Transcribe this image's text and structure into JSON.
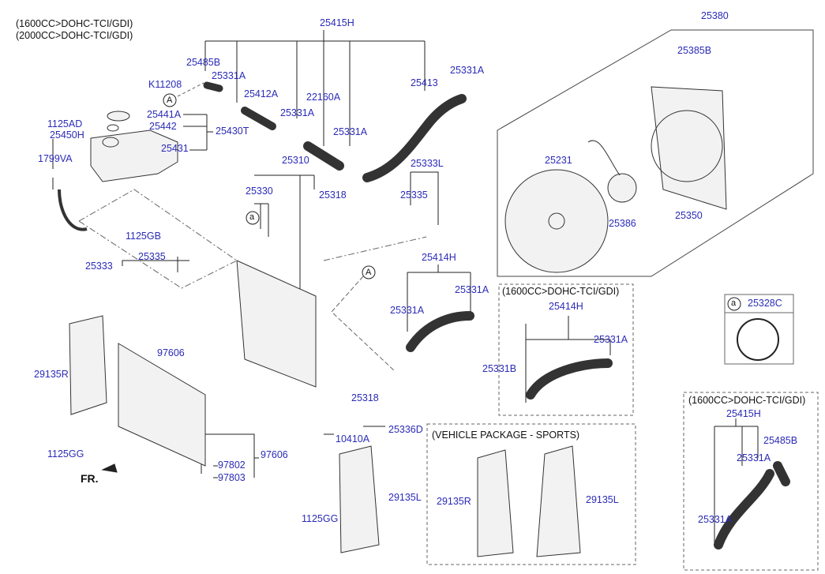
{
  "headers": {
    "variant_1": "(1600CC>DOHC-TCI/GDI)",
    "variant_2": "(2000CC>DOHC-TCI/GDI)",
    "inset_1600_mid": "(1600CC>DOHC-TCI/GDI)",
    "inset_1600_right": "(1600CC>DOHC-TCI/GDI)",
    "inset_sports": "(VEHICLE PACKAGE - SPORTS)",
    "front_marker": "FR."
  },
  "callouts": {
    "A": "A",
    "a": "a"
  },
  "legend_box": {
    "marker": "a",
    "part_number": "25328C"
  },
  "part_labels": [
    "25415H",
    "25380",
    "25485B",
    "25331A",
    "K11208",
    "25412A",
    "25331A",
    "25413",
    "25385B",
    "22160A",
    "25441A",
    "1125AD",
    "25442",
    "25430T",
    "25450H",
    "25331A",
    "25331A",
    "25431",
    "1799VA",
    "25310",
    "25333L",
    "25231",
    "25330",
    "25318",
    "25335",
    "25386",
    "25350",
    "1125GB",
    "25335",
    "25333",
    "25414H",
    "25331A",
    "25331A",
    "25414H",
    "25331A",
    "97606",
    "25331B",
    "29135R",
    "25318",
    "25415H",
    "25336D",
    "10410A",
    "25485B",
    "1125GG",
    "97606",
    "25331A",
    "97802",
    "97803",
    "29135R",
    "29135L",
    "29135L",
    "1125GG",
    "25331A"
  ],
  "colors": {
    "label": "#2b2bb8",
    "line": "#222222"
  }
}
